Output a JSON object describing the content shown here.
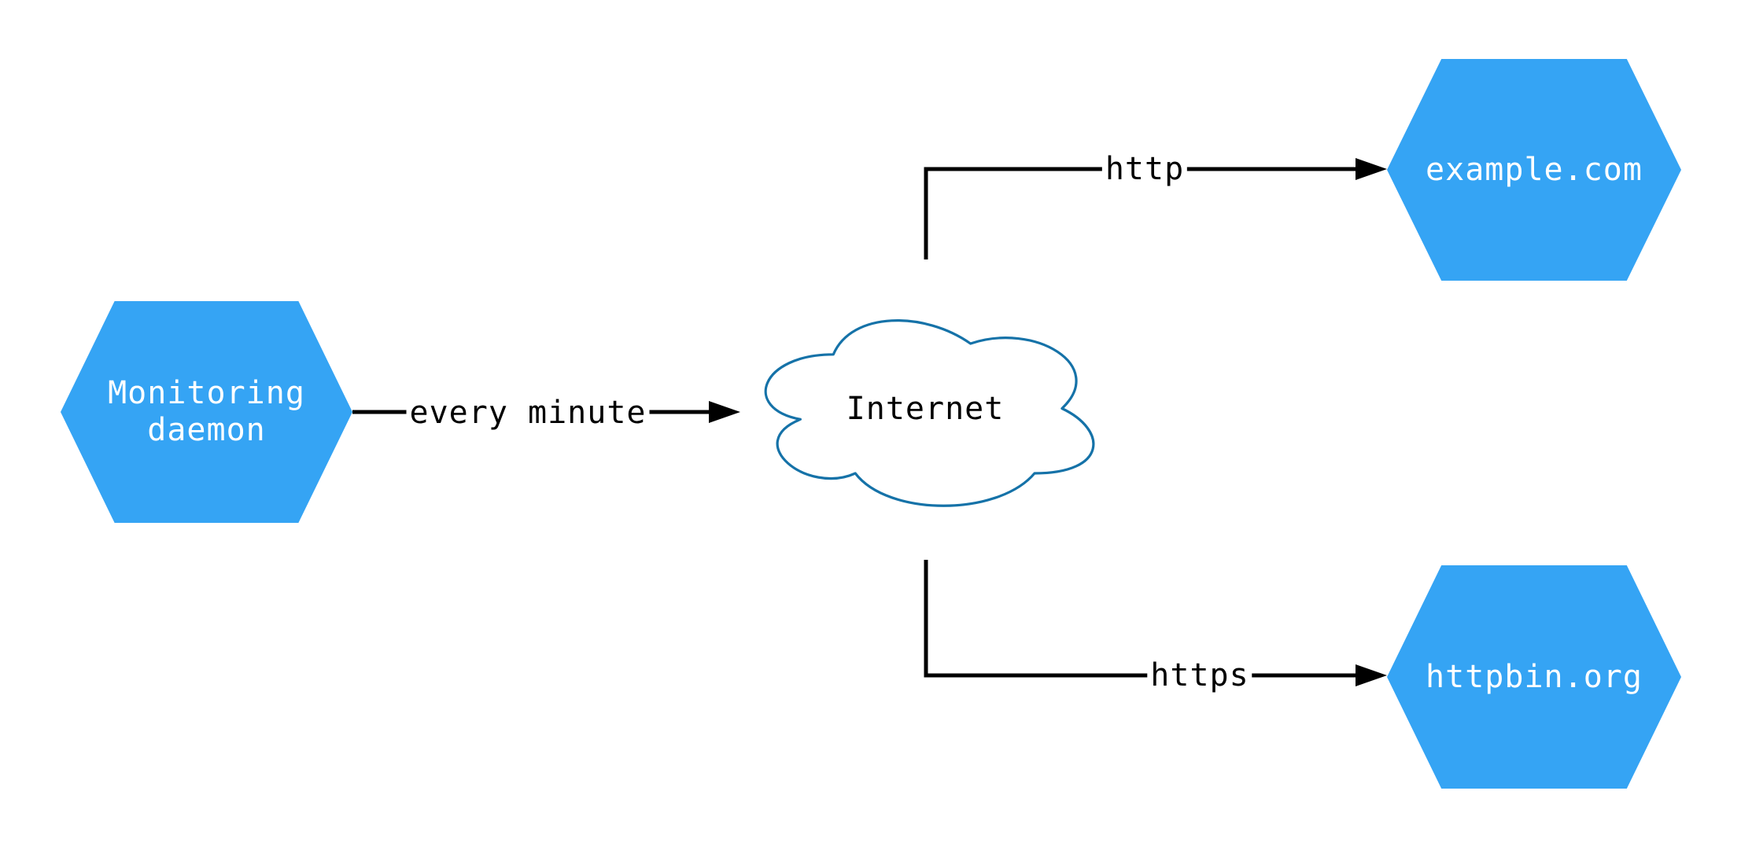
{
  "diagram": {
    "type": "network-monitoring-flow",
    "colors": {
      "node_fill": "#35A4F4",
      "node_text": "#FFFFFF",
      "cloud_stroke": "#1572A8",
      "cloud_fill": "#FFFFFF",
      "edge_line": "#000000",
      "edge_label_text": "#000000",
      "background": "#FFFFFF"
    },
    "nodes": {
      "monitoring": {
        "shape": "hexagon",
        "line1": "Monitoring",
        "line2": "daemon"
      },
      "internet": {
        "shape": "cloud",
        "label": "Internet"
      },
      "example": {
        "shape": "hexagon",
        "label": "example.com"
      },
      "httpbin": {
        "shape": "hexagon",
        "label": "httpbin.org"
      }
    },
    "edges": [
      {
        "from": "monitoring",
        "to": "internet",
        "label": "every minute"
      },
      {
        "from": "internet",
        "to": "example",
        "label": "http"
      },
      {
        "from": "internet",
        "to": "httpbin",
        "label": "https"
      }
    ]
  }
}
